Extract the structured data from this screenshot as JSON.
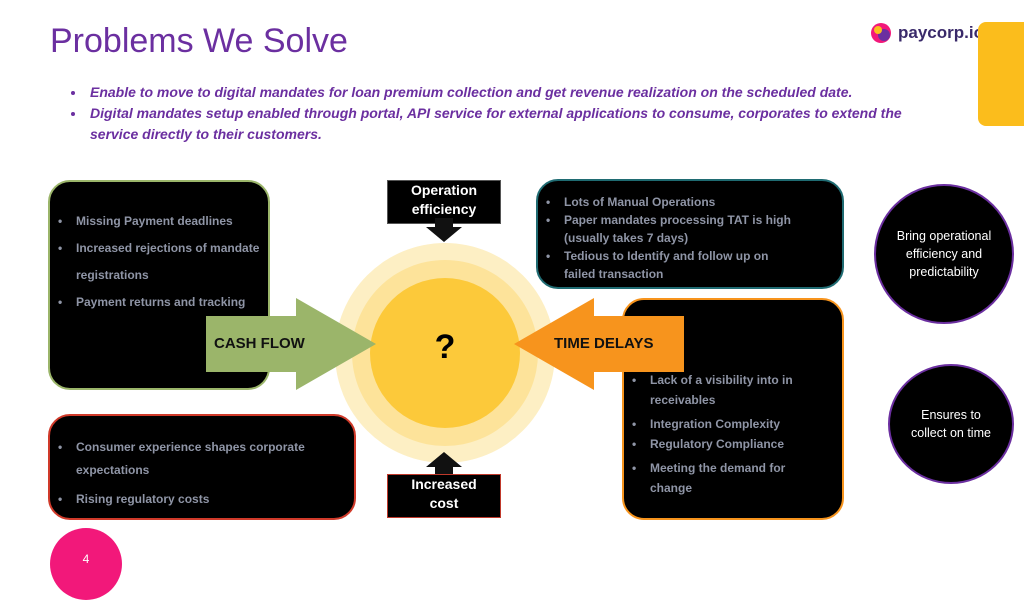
{
  "title": "Problems We Solve",
  "logo": {
    "text": "paycorp.io",
    "icon": "paycorp-logo-icon"
  },
  "intro_bullets": [
    "Enable to move to digital mandates for loan premium collection and get revenue realization on the scheduled date.",
    "Digital mandates setup enabled through portal, API service for external applications to consume, corporates to extend the service directly to their customers."
  ],
  "center": {
    "symbol": "?"
  },
  "arrows": {
    "cash_flow": "CASH FLOW",
    "time_delays": "TIME DELAYS"
  },
  "labels": {
    "operation_efficiency": [
      "Operation",
      "efficiency"
    ],
    "increased_cost": [
      "Increased",
      "cost"
    ]
  },
  "boxes": {
    "top_left": [
      "Missing Payment deadlines",
      "Increased rejections of mandate registrations",
      "Payment returns and tracking"
    ],
    "top_right": [
      "Lots of Manual Operations",
      "Paper mandates  processing TAT is high (usually takes 7 days)",
      "Tedious to Identify and follow up on failed transaction"
    ],
    "bottom_left": [
      "Consumer experience shapes corporate expectations",
      "Rising regulatory costs"
    ],
    "bottom_right": [
      "Lack of a visibility into in receivables",
      "Integration Complexity",
      "Regulatory Compliance",
      "Meeting the demand for change"
    ]
  },
  "circles": {
    "operational": "Bring operational efficiency and predictability",
    "collect": "Ensures to collect on time"
  },
  "page_number": "4",
  "colors": {
    "title": "#6b2fa0",
    "sun_outer": "#fdefc4",
    "sun_mid": "#fde39a",
    "sun_inner": "#fcc93a",
    "arrow_green": "#9bb56a",
    "arrow_orange": "#f7941d",
    "accent_yellow": "#fbbd1c",
    "page_badge": "#f2187a"
  }
}
